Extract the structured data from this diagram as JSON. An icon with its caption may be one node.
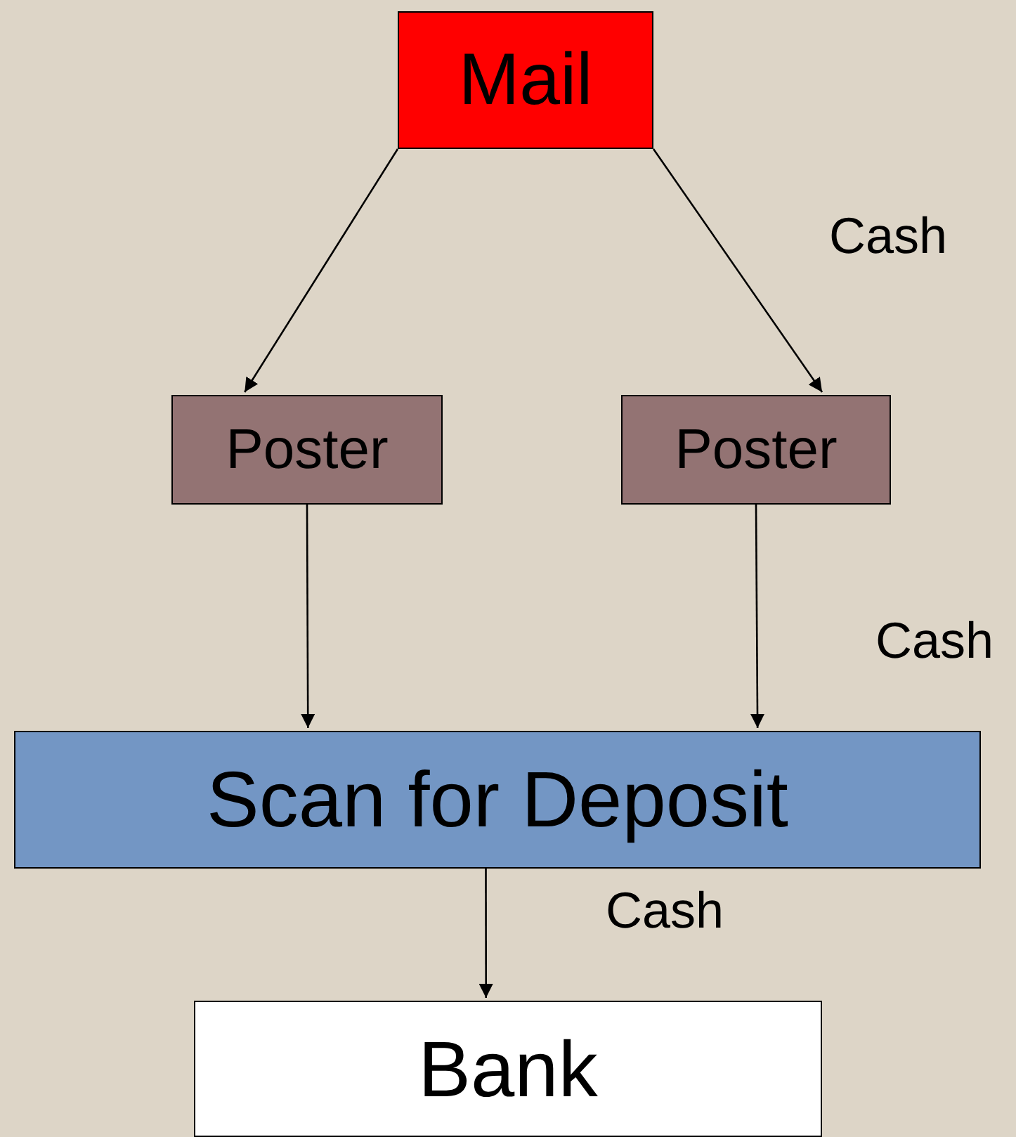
{
  "diagram": {
    "nodes": [
      {
        "text": [
          "Mail"
        ]
      },
      {
        "text": [
          "Poster"
        ]
      },
      {
        "text": [
          "Poster"
        ]
      },
      {
        "text": [
          "Scan for Deposit"
        ]
      },
      {
        "text": [
          "Bank"
        ]
      }
    ],
    "edges": [
      {
        "from": 0,
        "to": 1,
        "arrow": "to"
      },
      {
        "from": 0,
        "to": 2,
        "arrow": "to"
      },
      {
        "from": 1,
        "to": 3,
        "arrow": "to"
      },
      {
        "from": 2,
        "to": 3,
        "arrow": "to"
      },
      {
        "from": 3,
        "to": 4,
        "arrow": "to"
      }
    ],
    "labels": [
      "Cash",
      "Cash",
      "Cash"
    ]
  }
}
